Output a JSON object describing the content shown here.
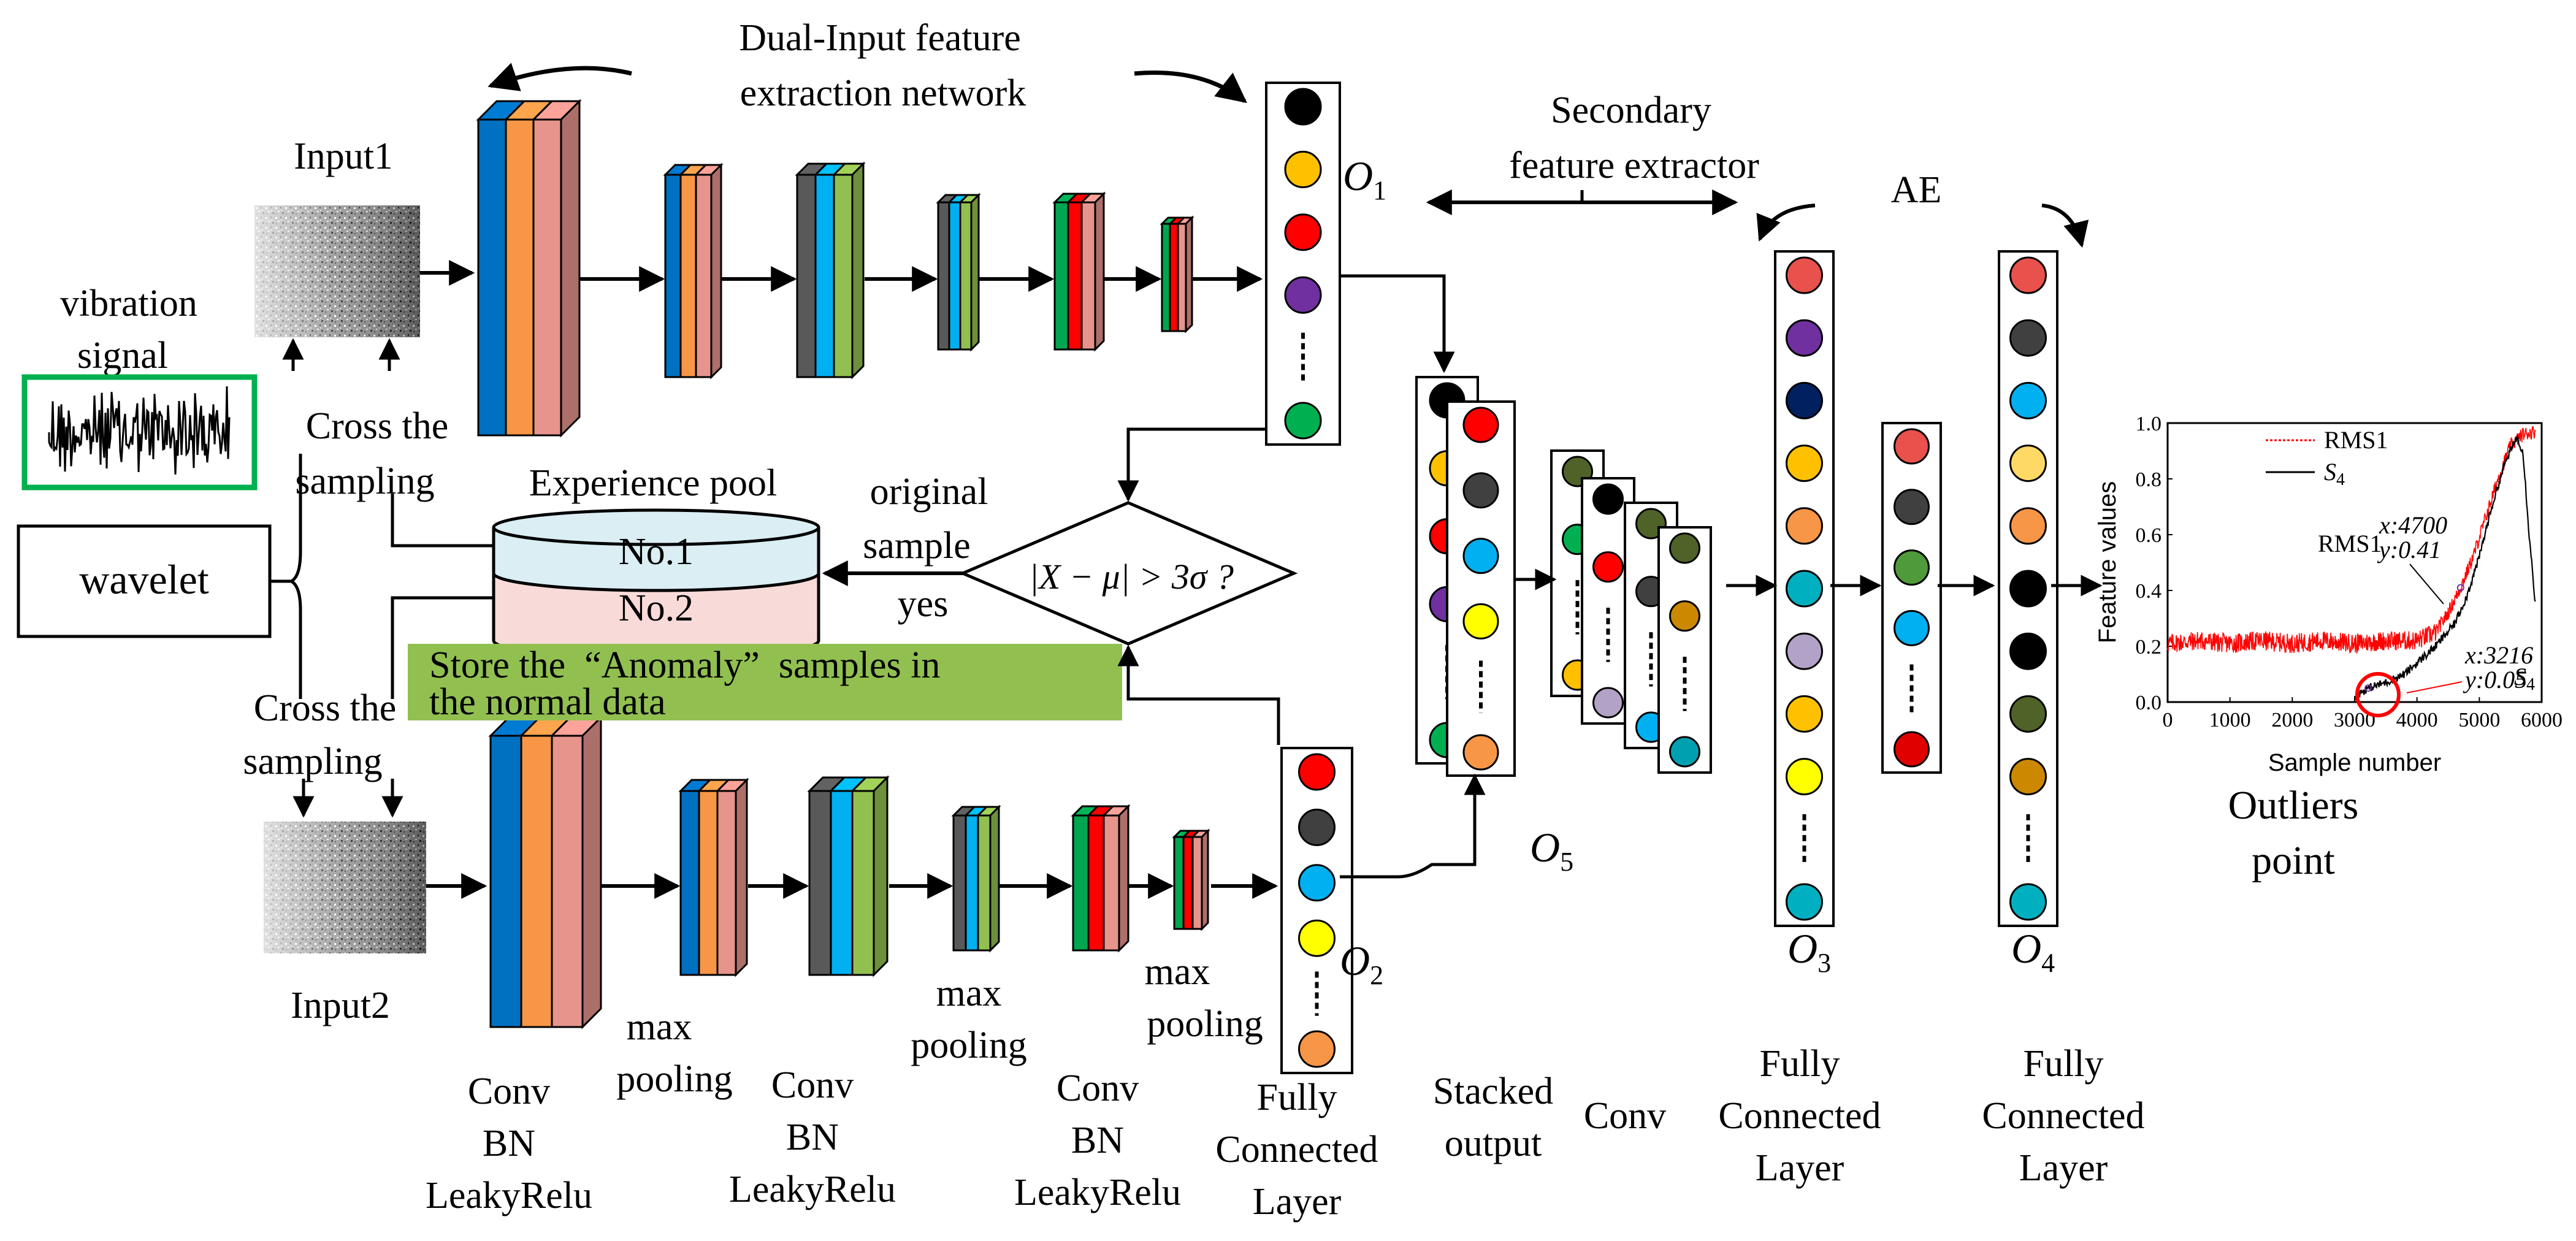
{
  "titles": {
    "dual_input_line1": "Dual-Input feature",
    "dual_input_line2": "extraction network",
    "secondary_line1": "Secondary",
    "secondary_line2": "feature extractor",
    "ae": "AE"
  },
  "inputs": {
    "input1": "Input1",
    "input2": "Input2",
    "vibration_line1": "vibration",
    "vibration_line2": "signal",
    "wavelet": "wavelet",
    "cross1_line1": "Cross the",
    "cross1_line2": "sampling",
    "cross2_line1": "Cross the",
    "cross2_line2": "sampling"
  },
  "pool": {
    "title": "Experience pool",
    "no1": "No.1",
    "no2": "No.2",
    "banner_line1": "Store the  “Anomaly”  samples in",
    "banner_line2": "the normal data"
  },
  "decision": {
    "condition": "|X − μ| > 3σ ?",
    "original_line1": "original",
    "original_line2": "sample",
    "yes": "yes"
  },
  "outputs": {
    "o1": "O",
    "o1_sub": "1",
    "o2": "O",
    "o2_sub": "2",
    "o3": "O",
    "o3_sub": "3",
    "o4": "O",
    "o4_sub": "4",
    "o5": "O",
    "o5_sub": "5"
  },
  "layer_labels": {
    "conv1": [
      "Conv",
      "BN",
      "LeakyRelu"
    ],
    "maxpool1": [
      "max",
      "pooling"
    ],
    "conv2": [
      "Conv",
      "BN",
      "LeakyRelu"
    ],
    "maxpool2": [
      "max",
      "pooling"
    ],
    "conv3": [
      "Conv",
      "BN",
      "LeakyRelu"
    ],
    "maxpool3": [
      "max",
      "pooling"
    ],
    "fc1": [
      "Fully",
      "Connected",
      "Layer"
    ],
    "stacked": [
      "Stacked",
      "output"
    ],
    "conv_sec": "Conv",
    "fc2": [
      "Fully",
      "Connected",
      "Layer"
    ],
    "fc3": [
      "Fully",
      "Connected",
      "Layer"
    ]
  },
  "inset": {
    "ylabel": "Feature values",
    "xlabel": "Sample number",
    "caption_line1": "Outliers",
    "caption_line2": "point",
    "legend_rms": "RMS1",
    "legend_s": "S",
    "legend_s_sub": "4",
    "ann_rms_name": "RMS1",
    "ann_rms_x": "x:4700",
    "ann_rms_y": "y:0.41",
    "ann_s_x": "x:3216",
    "ann_s_y": "y:0.05",
    "ann_s_name": "S",
    "ann_s_sub": "4"
  },
  "chart_data": {
    "type": "line",
    "xlim": [
      0,
      6000
    ],
    "ylim": [
      0,
      1.0
    ],
    "xticks": [
      0,
      1000,
      2000,
      3000,
      4000,
      5000,
      6000
    ],
    "yticks": [
      0.0,
      0.2,
      0.4,
      0.6,
      0.8,
      1.0
    ],
    "ytick_labels": [
      "0.0",
      "0.2",
      "0.4",
      "0.6",
      "0.8",
      "1.0"
    ],
    "xlabel": "Sample number",
    "ylabel": "Feature values",
    "legend_position": "top-left",
    "series": [
      {
        "name": "RMS1",
        "color": "#ff0000",
        "x": [
          0,
          500,
          1000,
          1500,
          2000,
          2500,
          3000,
          3500,
          4000,
          4300,
          4500,
          4700,
          4900,
          5100,
          5300,
          5500,
          5700,
          5900
        ],
        "y": [
          0.21,
          0.22,
          0.21,
          0.22,
          0.21,
          0.22,
          0.21,
          0.22,
          0.22,
          0.25,
          0.32,
          0.41,
          0.52,
          0.66,
          0.8,
          0.92,
          0.96,
          0.97
        ]
      },
      {
        "name": "S4",
        "color": "#000000",
        "x": [
          3000,
          3216,
          3500,
          3800,
          4000,
          4300,
          4600,
          4800,
          5000,
          5200,
          5400,
          5600,
          5700,
          5800,
          5900
        ],
        "y": [
          0.02,
          0.05,
          0.07,
          0.1,
          0.14,
          0.2,
          0.28,
          0.38,
          0.52,
          0.7,
          0.85,
          0.95,
          0.9,
          0.6,
          0.35
        ]
      }
    ],
    "annotations": [
      {
        "series": "RMS1",
        "x": 4700,
        "y": 0.41
      },
      {
        "series": "S4",
        "x": 3216,
        "y": 0.05
      }
    ]
  },
  "colors": {
    "blue": "#0070c0",
    "orange": "#f79646",
    "salmon": "#e6948c",
    "cyan": "#00b0f0",
    "green": "#92c050",
    "dark_gray": "#595959",
    "red": "#ff0000",
    "dark_green": "#00a550",
    "pool_top": "#daeef3",
    "pool_bottom": "#f8dad9",
    "banner": "#92c050",
    "vib_box": "#00b050"
  }
}
